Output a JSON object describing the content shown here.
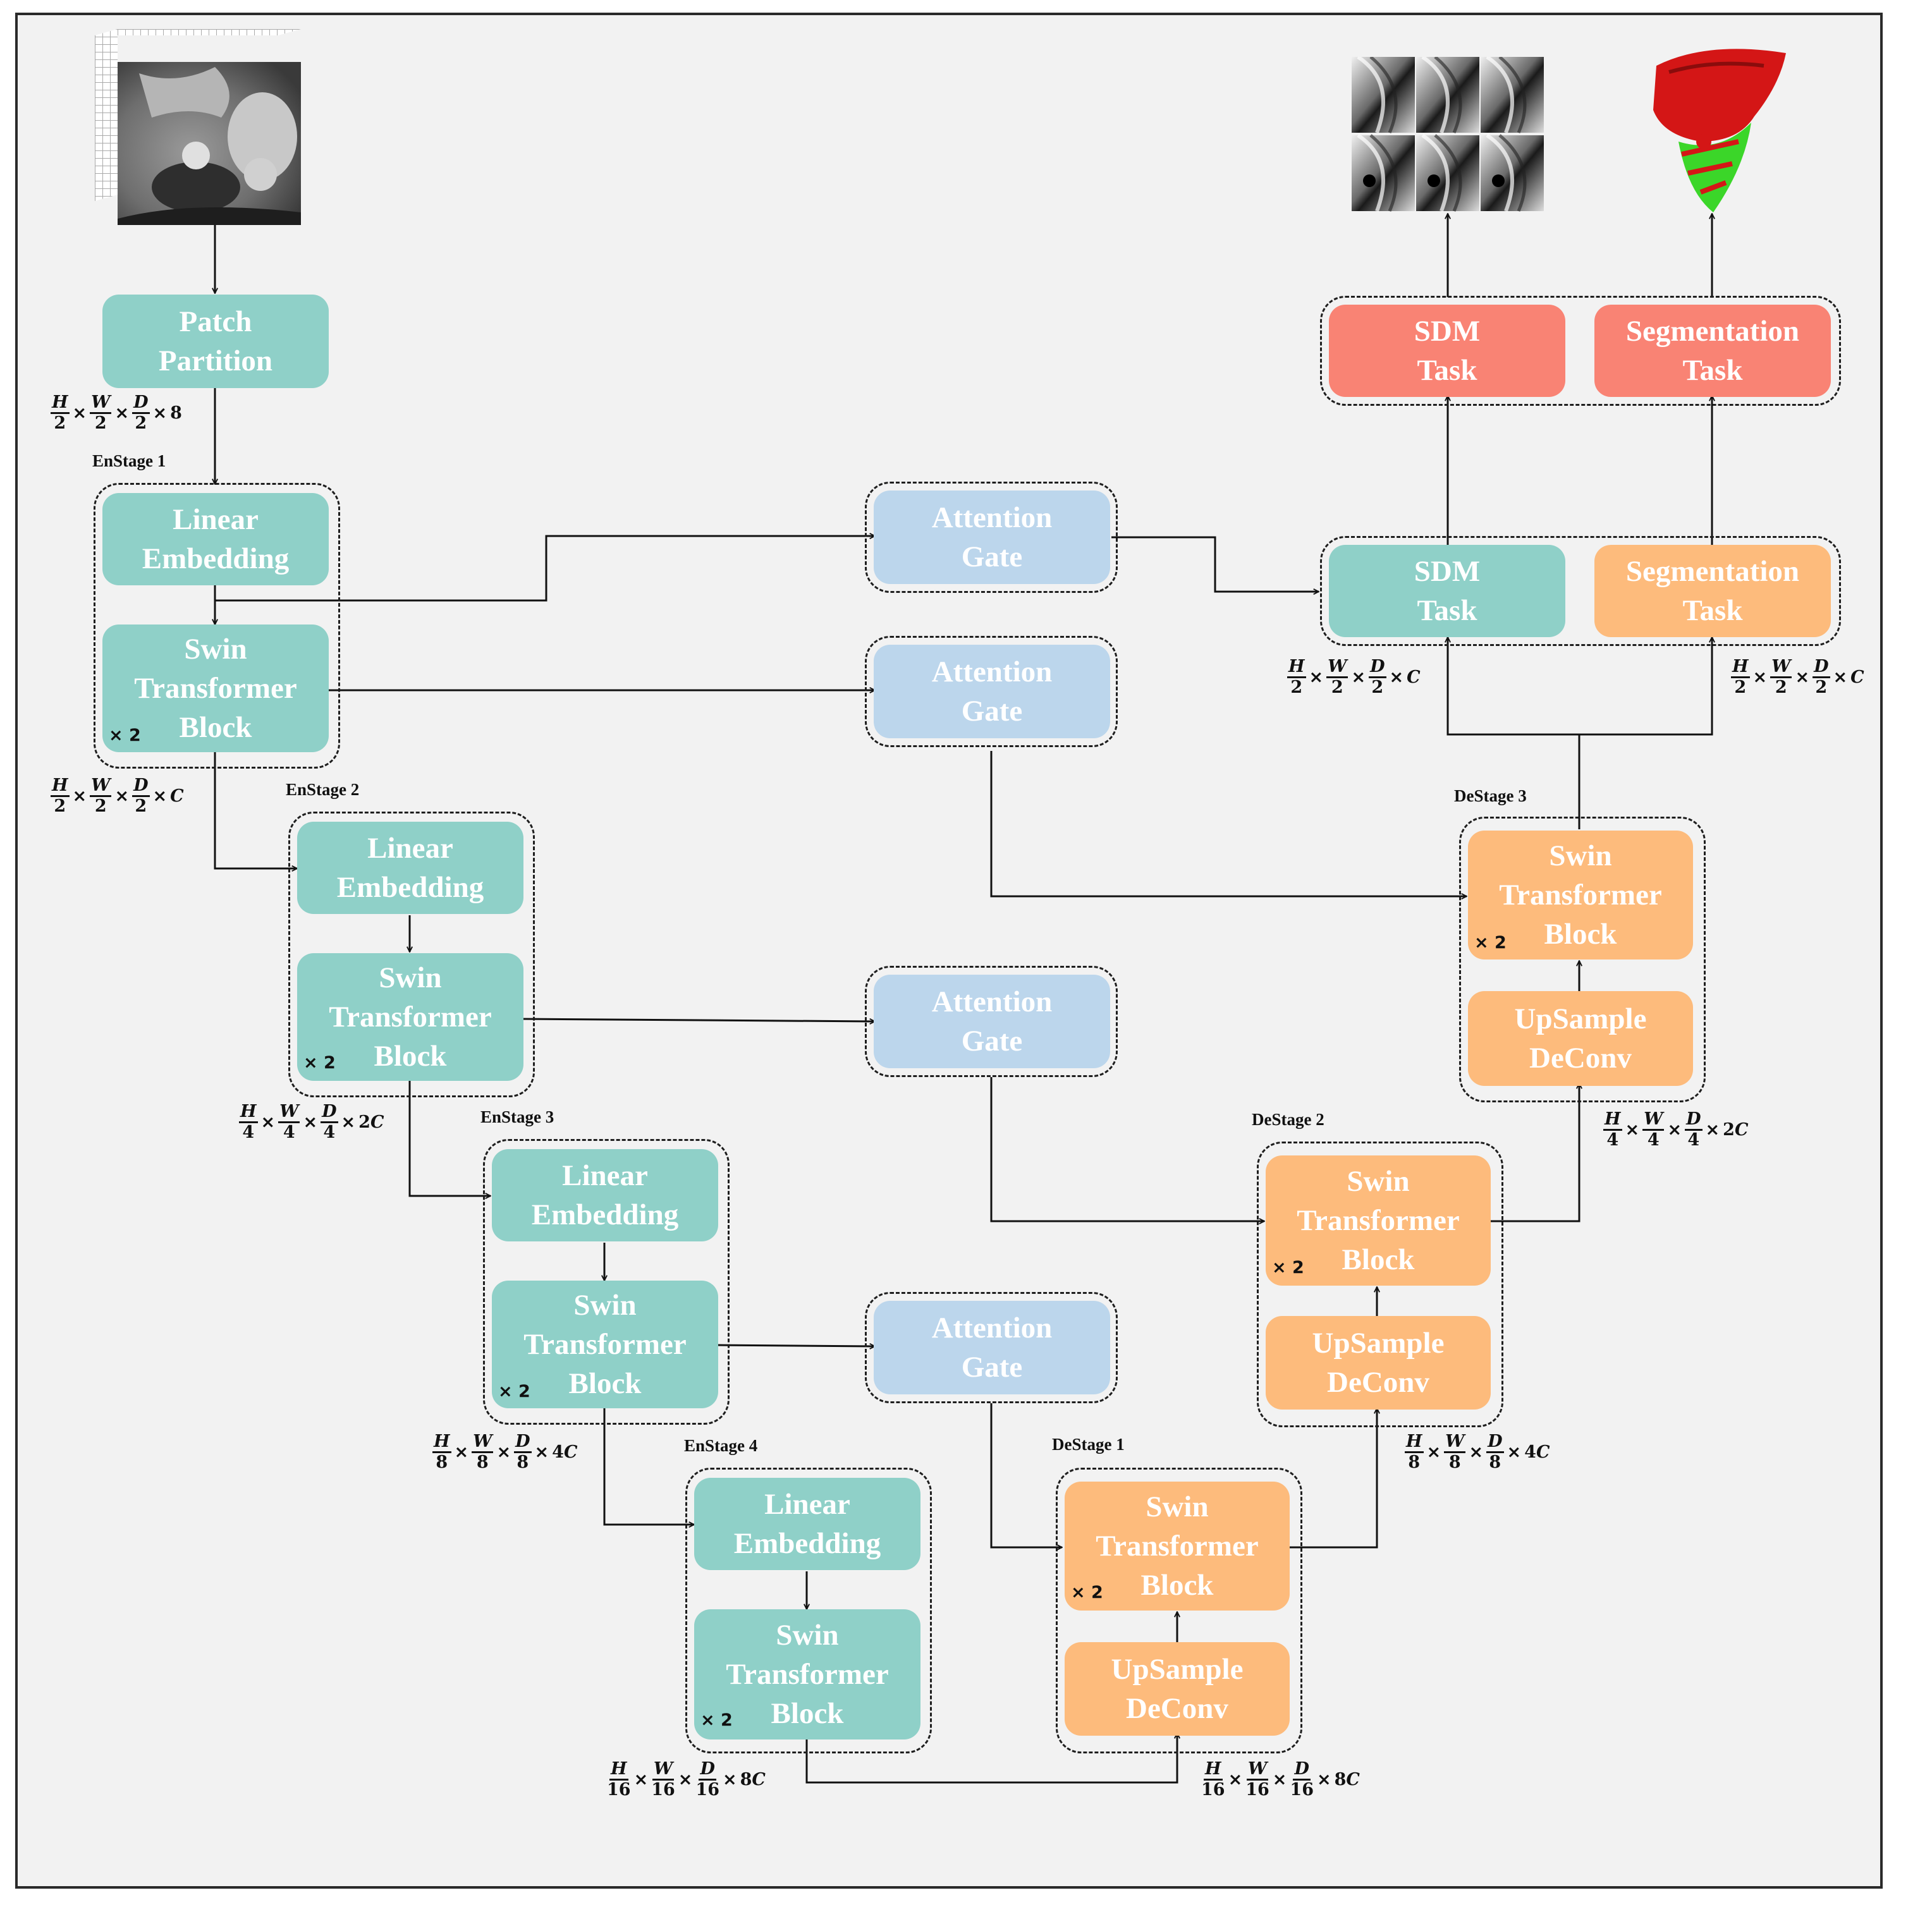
{
  "nodes": {
    "patch_partition": "Patch\nPartition",
    "en1_linear": "Linear\nEmbedding",
    "en1_swin": "Swin\nTransformer\nBlock",
    "en2_linear": "Linear\nEmbedding",
    "en2_swin": "Swin\nTransformer\nBlock",
    "en3_linear": "Linear\nEmbedding",
    "en3_swin": "Swin\nTransformer\nBlock",
    "en4_linear": "Linear\nEmbedding",
    "en4_swin": "Swin\nTransformer\nBlock",
    "att1": "Attention\nGate",
    "att2": "Attention\nGate",
    "att3": "Attention\nGate",
    "att4": "Attention\nGate",
    "de1_swin": "Swin\nTransformer\nBlock",
    "de1_up": "UpSample\nDeConv",
    "de2_swin": "Swin\nTransformer\nBlock",
    "de2_up": "UpSample\nDeConv",
    "de3_swin": "Swin\nTransformer\nBlock",
    "de3_up": "UpSample\nDeConv",
    "sdm_task_mid": "SDM\nTask",
    "seg_task_mid": "Segmentation\nTask",
    "sdm_task_top": "SDM\nTask",
    "seg_task_top": "Segmentation\nTask"
  },
  "stage_labels": {
    "en1": "EnStage 1",
    "en2": "EnStage 2",
    "en3": "EnStage 3",
    "en4": "EnStage 4",
    "de1": "DeStage 1",
    "de2": "DeStage 2",
    "de3": "DeStage 3"
  },
  "repeat_label": "× 2",
  "dims": {
    "d_pp": {
      "h": "2",
      "w": "2",
      "d": "2",
      "c": "8"
    },
    "d_en1": {
      "h": "2",
      "w": "2",
      "d": "2",
      "c": "C"
    },
    "d_en2": {
      "h": "4",
      "w": "4",
      "d": "4",
      "c": "2C"
    },
    "d_en3": {
      "h": "8",
      "w": "8",
      "d": "8",
      "c": "4C"
    },
    "d_en4": {
      "h": "16",
      "w": "16",
      "d": "16",
      "c": "8C"
    },
    "d_de1": {
      "h": "16",
      "w": "16",
      "d": "16",
      "c": "8C"
    },
    "d_de2": {
      "h": "8",
      "w": "8",
      "d": "8",
      "c": "4C"
    },
    "d_de3": {
      "h": "4",
      "w": "4",
      "d": "4",
      "c": "2C"
    },
    "d_sdm": {
      "h": "2",
      "w": "2",
      "d": "2",
      "c": "C"
    },
    "d_seg": {
      "h": "2",
      "w": "2",
      "d": "2",
      "c": "C"
    }
  },
  "dim_symbols": {
    "h": "H",
    "w": "W",
    "d": "D"
  },
  "colors": {
    "teal": "#8fd0c8",
    "blue": "#bcd6ec",
    "orange": "#fdbb7c",
    "red": "#f98374",
    "background": "#f2f2f2",
    "seg_red": "#e01818",
    "seg_green": "#33dd22"
  },
  "images": [
    "mri-volume-input",
    "sdm-output-grid",
    "segmentation-3d-output"
  ]
}
